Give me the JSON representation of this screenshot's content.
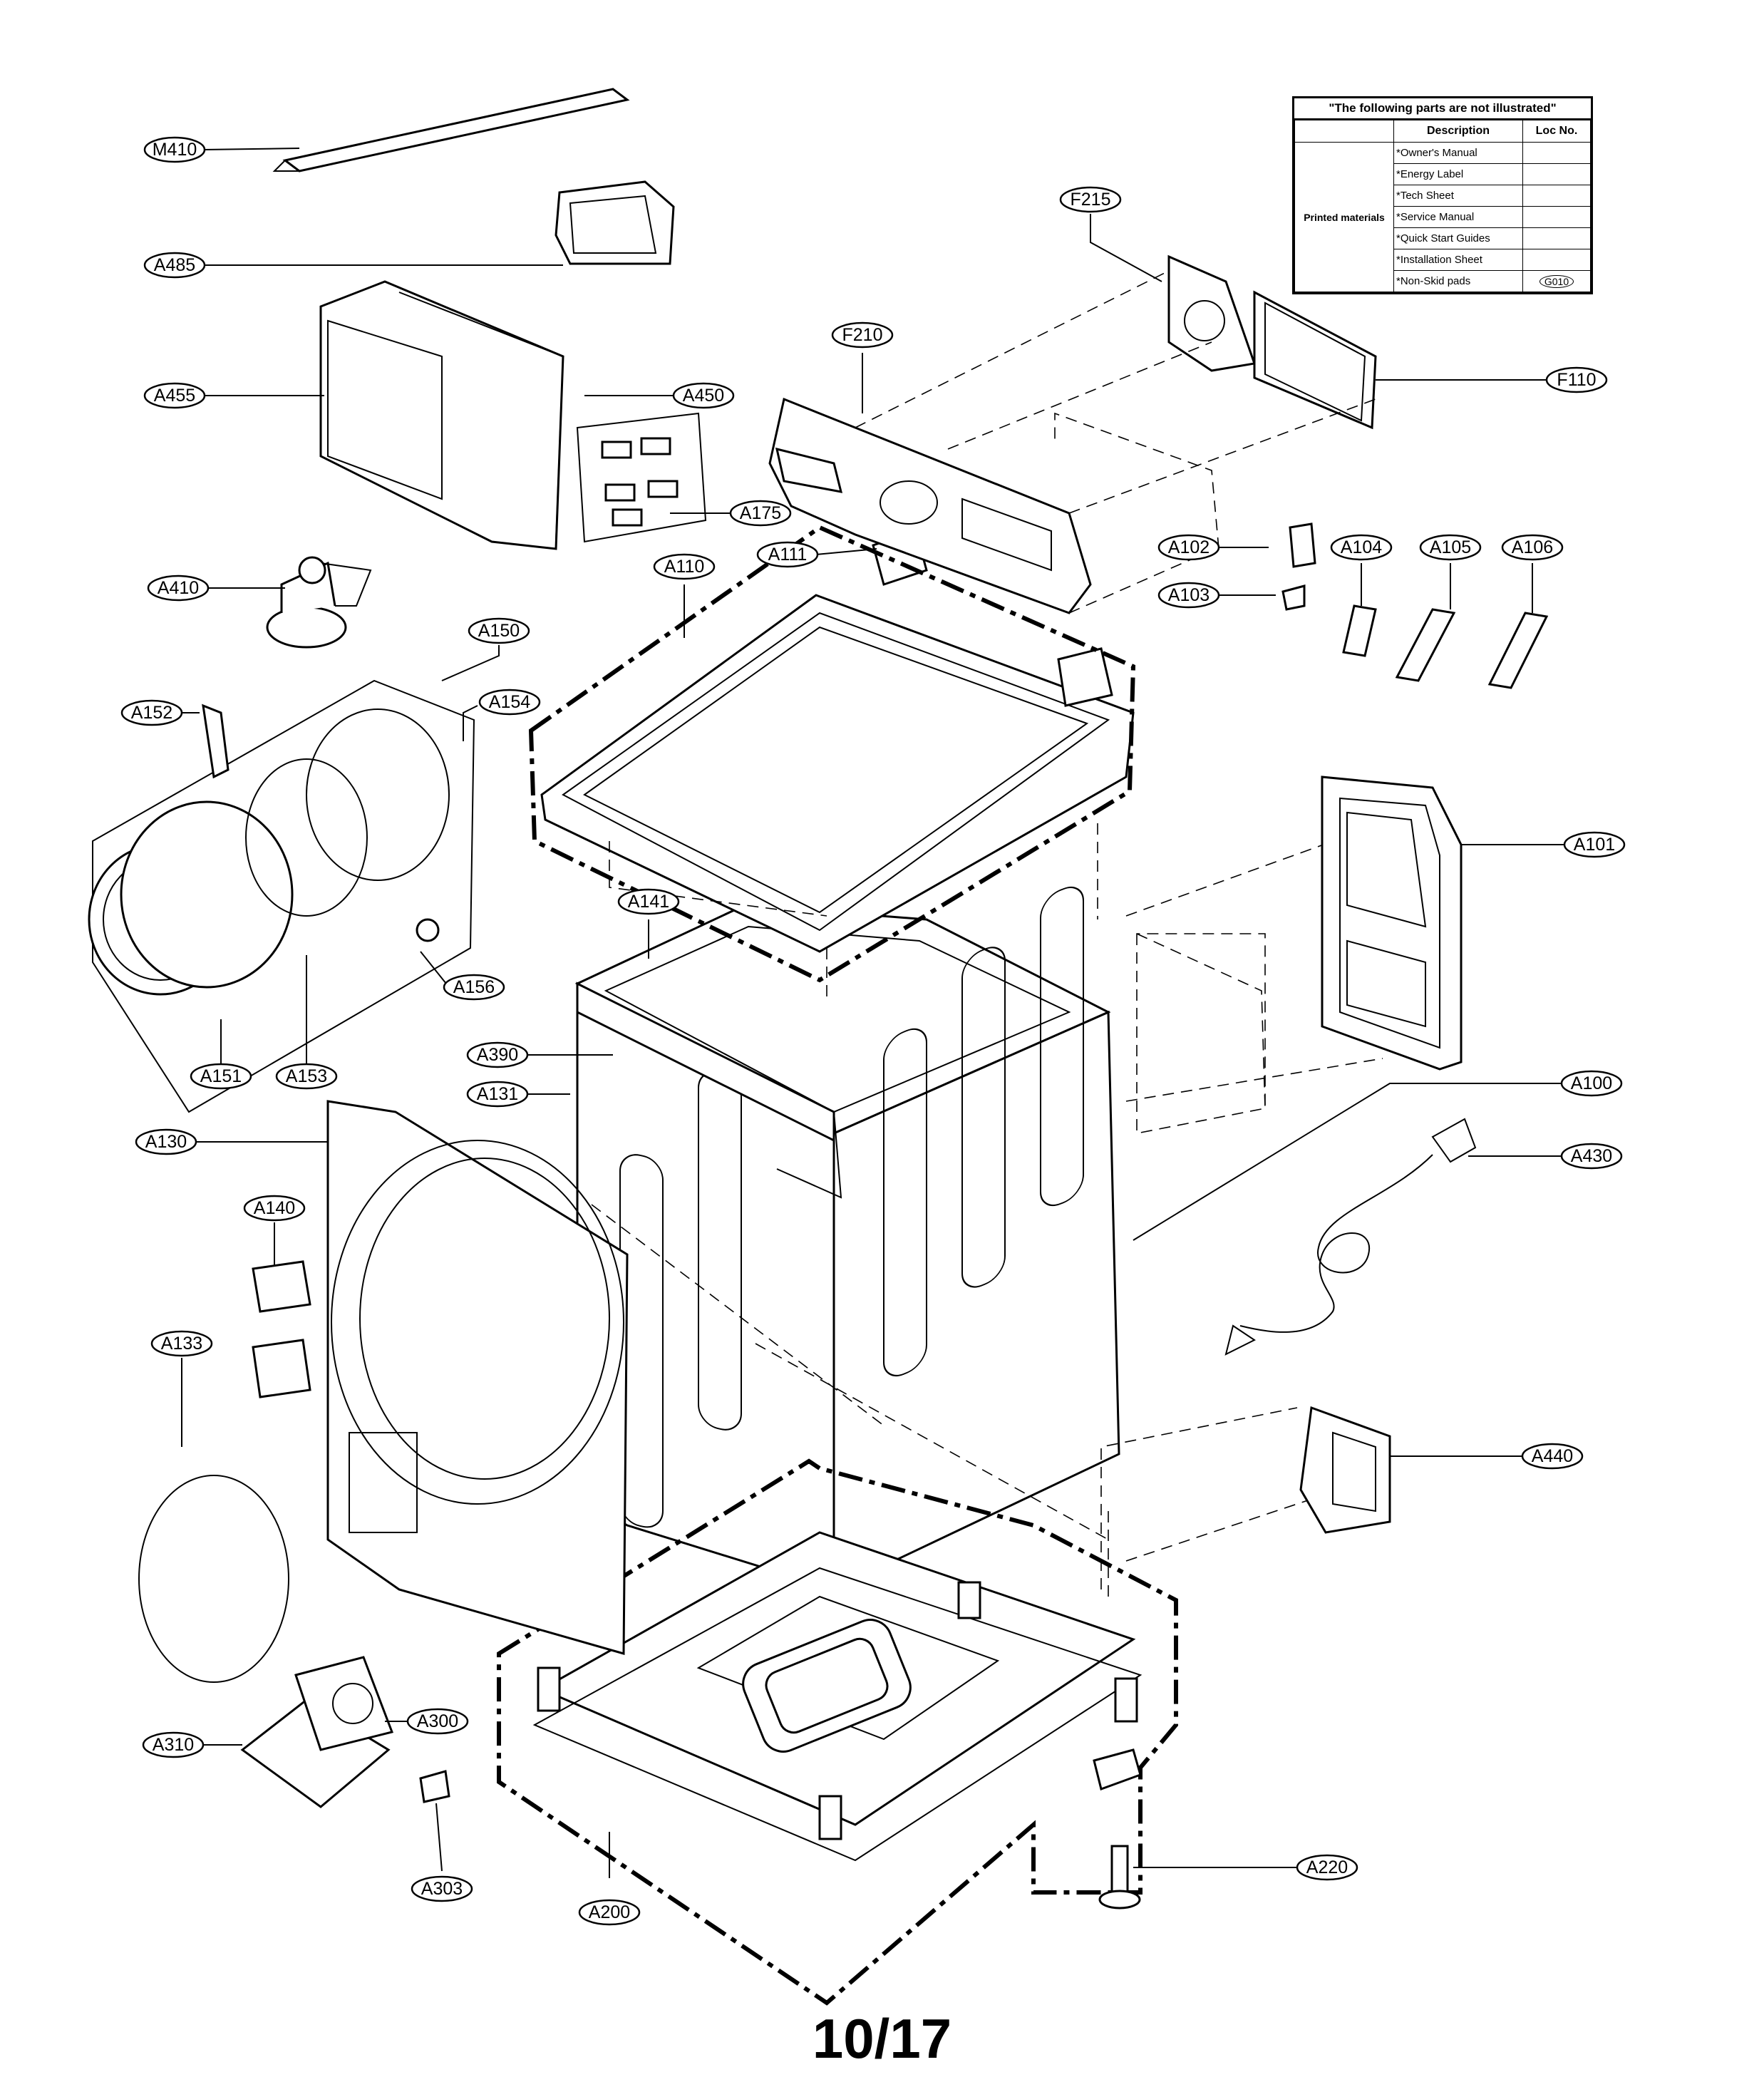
{
  "notice": {
    "title": "\"The following parts are not illustrated\"",
    "columns": [
      "Description",
      "Loc No."
    ],
    "group": "Printed materials",
    "rows": [
      {
        "description": "*Owner's Manual",
        "loc": ""
      },
      {
        "description": "*Energy Label",
        "loc": ""
      },
      {
        "description": "*Tech Sheet",
        "loc": ""
      },
      {
        "description": "*Service Manual",
        "loc": ""
      },
      {
        "description": "*Quick Start Guides",
        "loc": ""
      },
      {
        "description": "*Installation Sheet",
        "loc": ""
      },
      {
        "description": "*Non-Skid pads",
        "loc": "G010"
      }
    ]
  },
  "part_labels": [
    "M410",
    "A485",
    "A455",
    "A450",
    "A175",
    "A410",
    "A150",
    "A152",
    "A154",
    "A156",
    "A151",
    "A153",
    "F215",
    "F210",
    "F110",
    "A111",
    "A110",
    "A102",
    "A103",
    "A104",
    "A105",
    "A106",
    "A101",
    "A141",
    "A390",
    "A131",
    "A100",
    "A130",
    "A140",
    "A430",
    "A133",
    "A440",
    "A300",
    "A310",
    "A303",
    "A200",
    "A220"
  ],
  "page_number": "10/17"
}
